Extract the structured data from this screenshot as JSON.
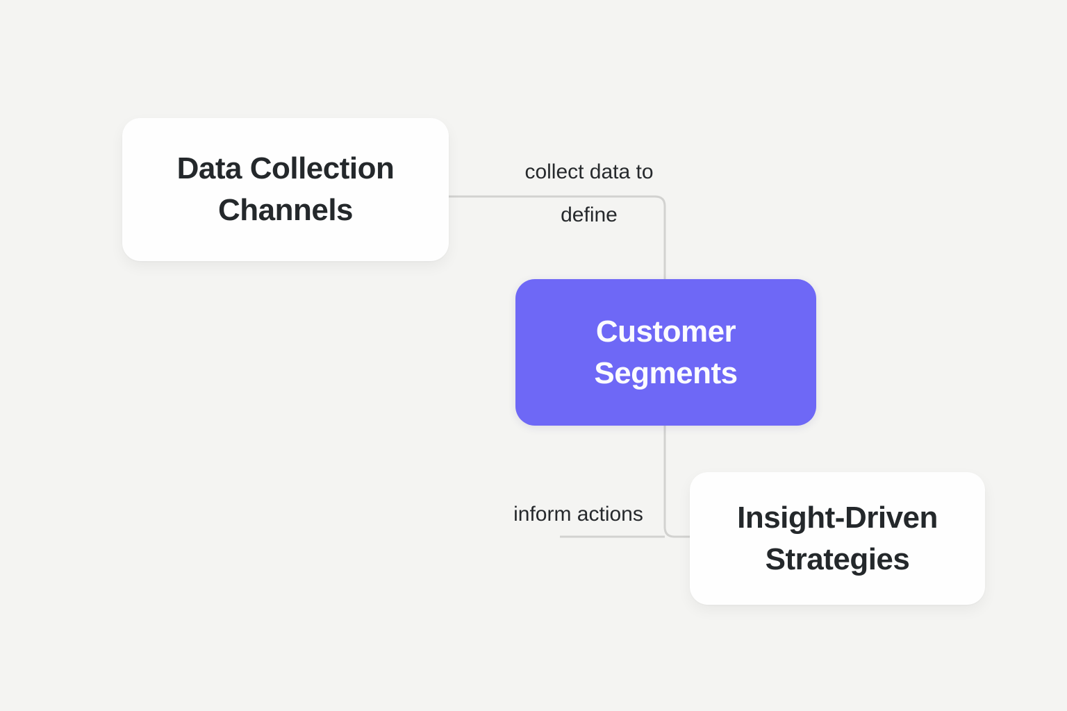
{
  "diagram": {
    "type": "mind-map",
    "nodes": [
      {
        "id": "data-collection-channels",
        "label": "Data Collection Channels",
        "variant": "default"
      },
      {
        "id": "customer-segments",
        "label": "Customer Segments",
        "variant": "primary"
      },
      {
        "id": "insight-driven-strategies",
        "label": "Insight-Driven Strategies",
        "variant": "default"
      }
    ],
    "edges": [
      {
        "from": "data-collection-channels",
        "to": "customer-segments",
        "label": "collect data to define"
      },
      {
        "from": "customer-segments",
        "to": "insight-driven-strategies",
        "label": "inform actions"
      }
    ],
    "colors": {
      "canvas_background": "#f4f4f2",
      "node_background": "#fefefe",
      "primary_node_background": "#6e68f6",
      "node_text": "#24282b",
      "primary_node_text": "#fbfbfe",
      "edge_line": "#d2d2d0",
      "edge_label_text": "#26292c"
    }
  }
}
